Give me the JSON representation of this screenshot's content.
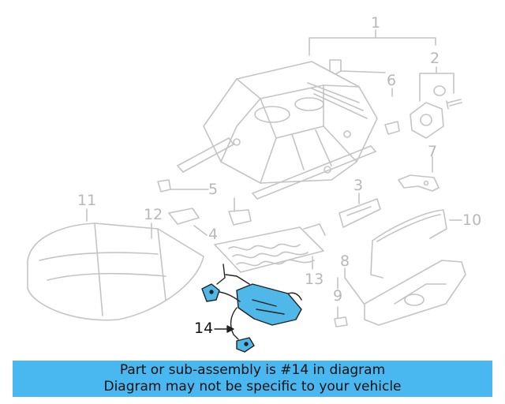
{
  "diagram": {
    "callouts": [
      {
        "id": "1",
        "label": "1"
      },
      {
        "id": "2",
        "label": "2"
      },
      {
        "id": "3",
        "label": "3"
      },
      {
        "id": "4",
        "label": "4"
      },
      {
        "id": "5",
        "label": "5"
      },
      {
        "id": "6",
        "label": "6"
      },
      {
        "id": "7",
        "label": "7"
      },
      {
        "id": "8",
        "label": "8"
      },
      {
        "id": "9",
        "label": "9"
      },
      {
        "id": "10",
        "label": "10"
      },
      {
        "id": "11",
        "label": "11"
      },
      {
        "id": "12",
        "label": "12"
      },
      {
        "id": "13",
        "label": "13"
      },
      {
        "id": "14",
        "label": "14"
      }
    ],
    "highlighted_part": "14",
    "colors": {
      "line_art": "#c4c4c4",
      "highlight_fill": "#4fb8e8",
      "highlight_stroke": "#222222",
      "banner": "#4ab8f0"
    }
  },
  "banner": {
    "line1": "Part or sub-assembly is #14 in diagram",
    "line2": "Diagram may not be specific to your vehicle"
  }
}
